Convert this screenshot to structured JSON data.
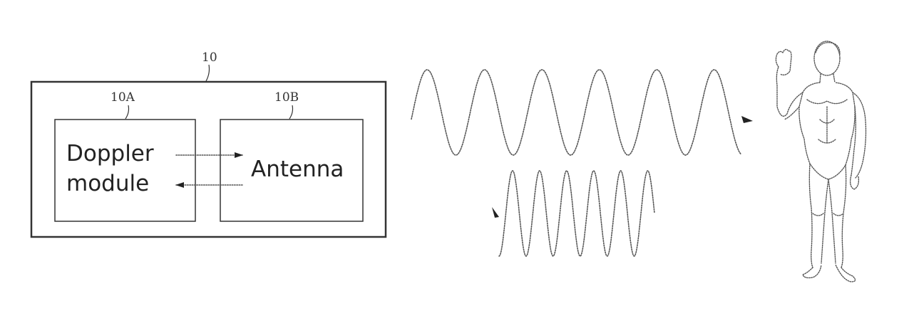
{
  "device": {
    "ref": "10",
    "doppler": {
      "ref": "10A",
      "label_line1": "Doppler",
      "label_line2": "module"
    },
    "antenna": {
      "ref": "10B",
      "label": "Antenna"
    }
  },
  "waves": {
    "transmitted_cycles": 6,
    "reflected_cycles": 6
  },
  "person": {
    "icon": "human-figure-waving"
  }
}
